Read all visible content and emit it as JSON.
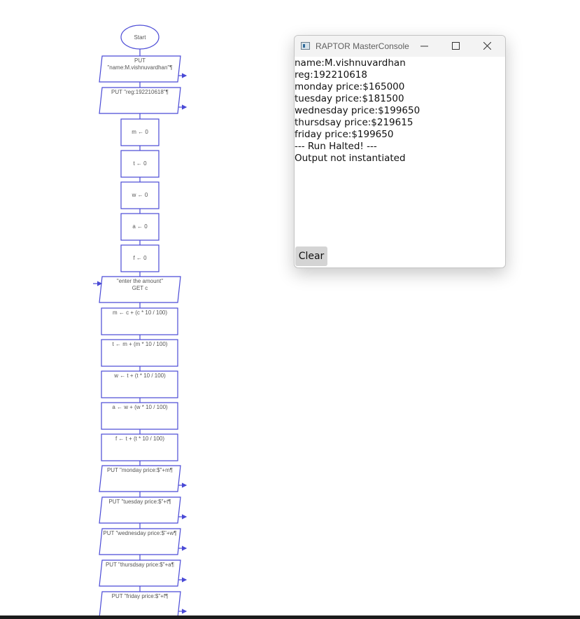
{
  "flowchart": {
    "start_label": "Start",
    "put_name_lines": [
      "PUT",
      "\"name:M.vishnuvardhan\"¶"
    ],
    "put_reg": "PUT \"reg:192210618\"¶",
    "assign_m": "m ← 0",
    "assign_t": "t ← 0",
    "assign_w": "w ← 0",
    "assign_a": "a ← 0",
    "assign_f": "f ← 0",
    "input_lines": [
      "\"enter the amount\"",
      "GET c"
    ],
    "calc_m": "m ← c + (c * 10 / 100)",
    "calc_t": "t ← m + (m * 10 / 100)",
    "calc_w": "w ← t + (t * 10 / 100)",
    "calc_a": "a ← w + (w * 10 / 100)",
    "calc_f": "f ← t + (t * 10 / 100)",
    "put_monday": "PUT \"monday price:$\"+m¶",
    "put_tuesday": "PUT \"tuesday price:$\"+t¶",
    "put_wednesday": "PUT \"wednesday price:$\"+w¶",
    "put_thursday": "PUT \"thursdsay price:$\"+a¶",
    "put_friday": "PUT \"friday price:$\"+f¶"
  },
  "console": {
    "title": "RAPTOR MasterConsole",
    "icon": "console-app-icon",
    "controls": [
      "minimize-icon",
      "maximize-icon",
      "close-icon"
    ],
    "lines": [
      "name:M.vishnuvardhan",
      "reg:192210618",
      "monday price:$165000",
      "tuesday price:$181500",
      "wednesday price:$199650",
      "thursdsay price:$219615",
      "friday price:$199650",
      "--- Run Halted! ---",
      "Output not instantiated"
    ],
    "clear_label": "Clear"
  },
  "colors": {
    "flow_stroke": "#4a4ad6",
    "flow_text": "#555555",
    "taskbar": "#1b1b1b"
  }
}
